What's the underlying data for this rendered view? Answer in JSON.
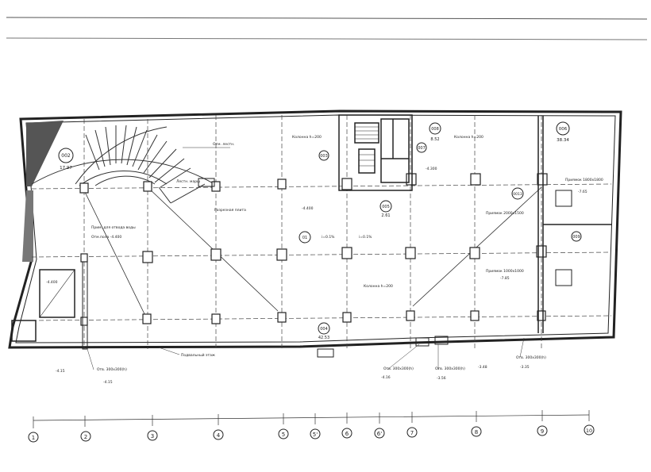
{
  "rooms": [
    {
      "id": "002",
      "area": "17.97"
    },
    {
      "id": "006",
      "area": "38.34"
    },
    {
      "id": "008",
      "area": "8.52"
    },
    {
      "id": "007",
      "area": ""
    },
    {
      "id": "004",
      "area": "42.53"
    },
    {
      "id": "005",
      "area": "2.61"
    },
    {
      "id": "003",
      "area": ""
    },
    {
      "id": "01",
      "area": ""
    },
    {
      "id": "0013",
      "area": ""
    },
    {
      "id": "009",
      "area": ""
    }
  ],
  "labels": {
    "stair": "Отм. лестн.",
    "col1": "Колонна h=200",
    "col2": "Колонна h=200",
    "col3": "Колонна h=200",
    "flight": "Лестн. марш",
    "cut": "Разрезная плита",
    "pit": "Приямок 1000x1000",
    "pit2": "Приямок 2000x1500",
    "pit3": "Приямок 1800x1800",
    "cellar": "Подвальный этаж",
    "elev1": "-4.15",
    "elev2": "-4.16",
    "elev3": "-3.56",
    "elev4": "-3.48",
    "elev5": "-3.35",
    "elev6": "-4.400",
    "elev7": "-4.300",
    "elev8": "-7.85",
    "elev9": "-7.65",
    "axisnote": "Отм.пола -4.400",
    "mid1": "i=0.1%",
    "mid2": "i=0.1%",
    "hatch1": "Прим. для отвода воды",
    "opening1": "Отв. 300x300(h)",
    "opening2": "Отв. 300x300(h)",
    "opening3": "Отв. 300x300(h)",
    "opening4": "Отв. 300x300(h)"
  },
  "axes": [
    "1",
    "2",
    "3",
    "4",
    "5",
    "5'",
    "6",
    "6'",
    "7",
    "8",
    "9",
    "10"
  ]
}
